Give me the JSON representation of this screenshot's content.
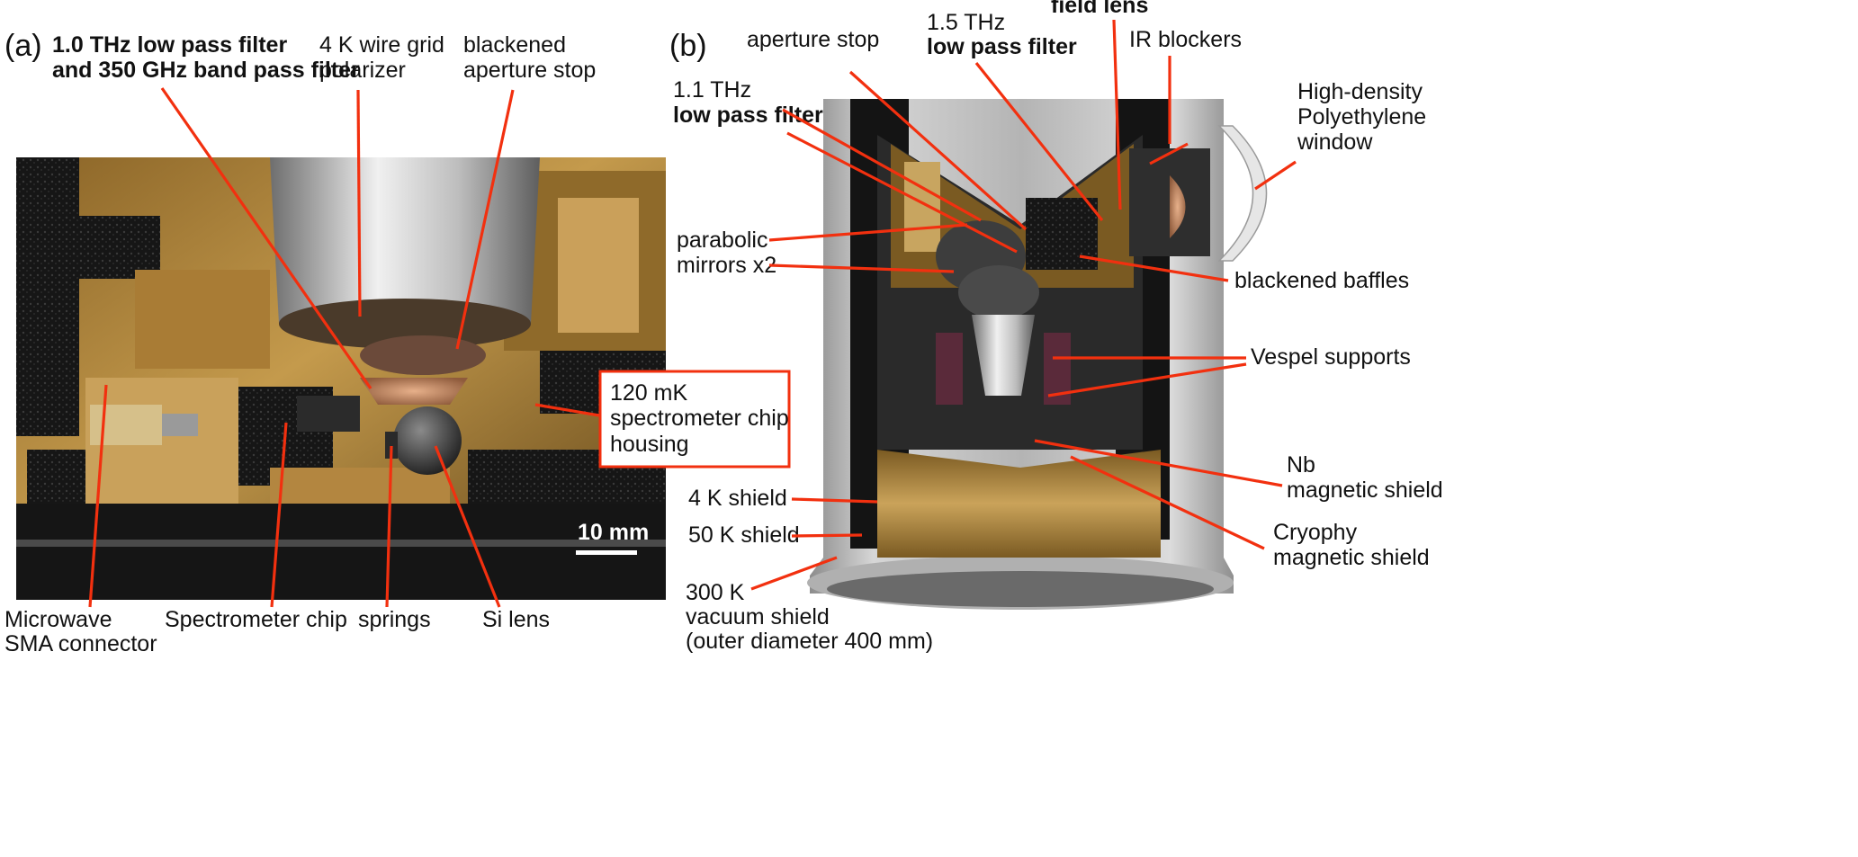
{
  "panels": {
    "a": {
      "letter": "(a)",
      "scale_bar_label": "10 mm",
      "labels": {
        "filters_line1": "1.0 THz low pass filter",
        "filters_line2": "and 350 GHz band pass filter",
        "polarizer_line1": "4 K wire grid",
        "polarizer_line2": "polarizer",
        "aperture_line1": "blackened",
        "aperture_line2": "aperture stop",
        "housing_line1": "120 mK",
        "housing_line2": "spectrometer chip",
        "housing_line3": "housing",
        "sma_line1": "Microwave",
        "sma_line2": "SMA connector",
        "chip": "Spectrometer chip",
        "springs": "springs",
        "lens": "Si lens"
      }
    },
    "b": {
      "letter": "(b)",
      "labels": {
        "aperture_stop": "aperture stop",
        "lpf15_line1": "1.5 THz",
        "lpf15_line2": "low pass filter",
        "field_lens": "field lens",
        "ir_blockers": "IR blockers",
        "lpf11_line1": "1.1 THz",
        "lpf11_line2": "low pass filter",
        "window_line1": "High-density",
        "window_line2": "Polyethylene",
        "window_line3": "window",
        "mirrors_line1": "parabolic",
        "mirrors_line2": "mirrors x2",
        "baffles": "blackened baffles",
        "vespel": "Vespel supports",
        "nb_line1": "Nb",
        "nb_line2": "magnetic shield",
        "shield4k": "4 K shield",
        "shield50k": "50 K shield",
        "cryophy_line1": "Cryophy",
        "cryophy_line2": "magnetic shield",
        "vacuum_line1": "300 K",
        "vacuum_line2": "vacuum shield",
        "vacuum_line3": "(outer diameter 400 mm)"
      }
    }
  },
  "colors": {
    "leader": "#f2300f",
    "gold": "#b8893a",
    "dark_gold": "#6b4d1c",
    "foam": "#1b1b1b",
    "silver": "#c9c9c9"
  }
}
